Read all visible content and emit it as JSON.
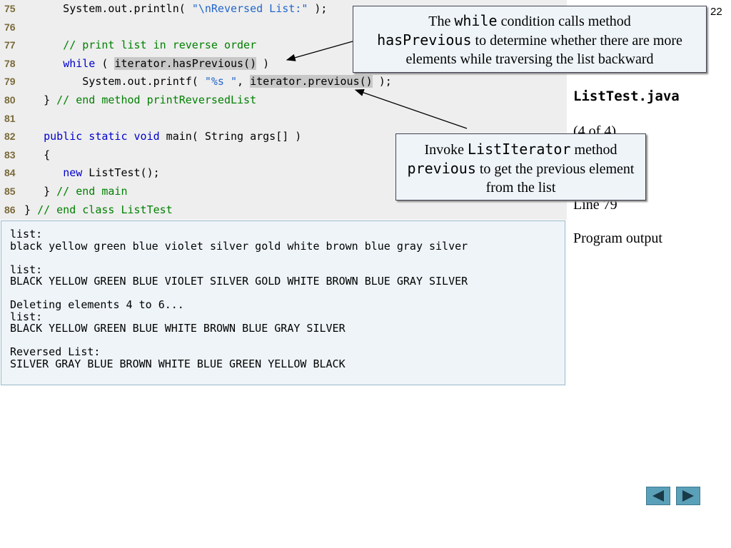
{
  "slide_number": "22",
  "code": {
    "lines": [
      {
        "num": "75",
        "segments": [
          {
            "t": "      System.out.println( ",
            "c": ""
          },
          {
            "t": "\"\\nReversed List:\"",
            "c": "st"
          },
          {
            "t": " );",
            "c": ""
          }
        ]
      },
      {
        "num": "76",
        "segments": []
      },
      {
        "num": "77",
        "segments": [
          {
            "t": "      ",
            "c": ""
          },
          {
            "t": "// print list in reverse order",
            "c": "cm"
          }
        ]
      },
      {
        "num": "78",
        "segments": [
          {
            "t": "      ",
            "c": ""
          },
          {
            "t": "while",
            "c": "kw"
          },
          {
            "t": " ( ",
            "c": ""
          },
          {
            "t": "iterator.hasPrevious()",
            "c": "hl"
          },
          {
            "t": " )",
            "c": ""
          }
        ]
      },
      {
        "num": "79",
        "segments": [
          {
            "t": "         System.out.printf( ",
            "c": ""
          },
          {
            "t": "\"%s \"",
            "c": "st"
          },
          {
            "t": ", ",
            "c": ""
          },
          {
            "t": "iterator.previous()",
            "c": "hl"
          },
          {
            "t": " );",
            "c": ""
          }
        ]
      },
      {
        "num": "80",
        "segments": [
          {
            "t": "   } ",
            "c": ""
          },
          {
            "t": "// end method printReversedList",
            "c": "cm"
          }
        ]
      },
      {
        "num": "81",
        "segments": []
      },
      {
        "num": "82",
        "segments": [
          {
            "t": "   ",
            "c": ""
          },
          {
            "t": "public static void",
            "c": "kw"
          },
          {
            "t": " main( String args[] )",
            "c": ""
          }
        ]
      },
      {
        "num": "83",
        "segments": [
          {
            "t": "   {",
            "c": ""
          }
        ]
      },
      {
        "num": "84",
        "segments": [
          {
            "t": "      ",
            "c": ""
          },
          {
            "t": "new",
            "c": "kw"
          },
          {
            "t": " ListTest();",
            "c": ""
          }
        ]
      },
      {
        "num": "85",
        "segments": [
          {
            "t": "   } ",
            "c": ""
          },
          {
            "t": "// end main",
            "c": "cm"
          }
        ]
      },
      {
        "num": "86",
        "segments": [
          {
            "t": "} ",
            "c": ""
          },
          {
            "t": "// end class ListTest",
            "c": "cm"
          }
        ]
      }
    ]
  },
  "output_text": "list:\nblack yellow green blue violet silver gold white brown blue gray silver\n\nlist:\nBLACK YELLOW GREEN BLUE VIOLET SILVER GOLD WHITE BROWN BLUE GRAY SILVER\n\nDeleting elements 4 to 6...\nlist:\nBLACK YELLOW GREEN BLUE WHITE BROWN BLUE GRAY SILVER\n\nReversed List:\nSILVER GRAY BLUE BROWN WHITE BLUE GREEN YELLOW BLACK",
  "callout1": {
    "part1": "The ",
    "code1": "while",
    "part2": " condition calls method ",
    "code2": "hasPrevious",
    "part3": " to determine whether there are more elements while traversing the list backward"
  },
  "callout2": {
    "part1": "Invoke ",
    "code1": "ListIterator",
    "part2": " method ",
    "code2": "previous",
    "part3": " to get the previous element from the list"
  },
  "sidebar": {
    "filename": "ListTest.java",
    "page": "(4 of 4)",
    "line_ref": "Line 79",
    "program_output": "Program output"
  },
  "nav": {
    "prev_icon": "triangle-left-icon",
    "next_icon": "triangle-right-icon",
    "button_color": "#5aa0b8"
  }
}
